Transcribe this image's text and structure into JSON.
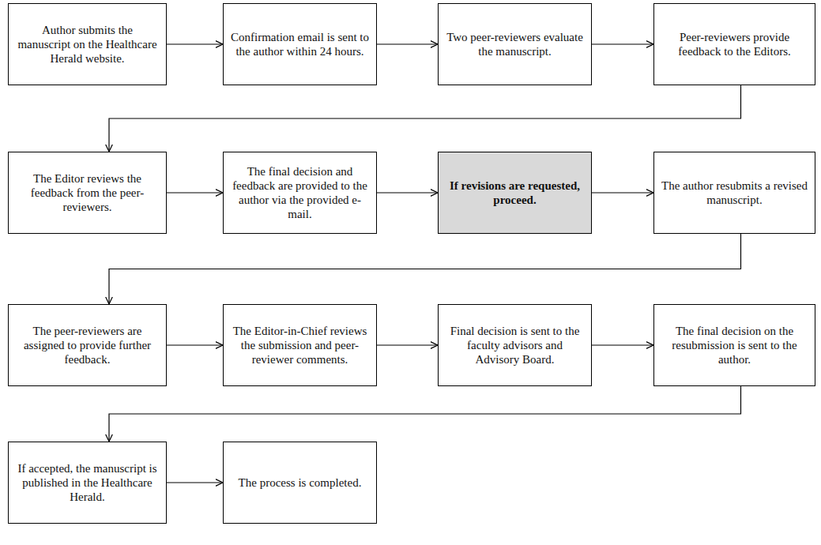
{
  "diagram": {
    "nodes": [
      {
        "text": [
          "Author submits the manuscript on the Healthcare Herald website."
        ]
      },
      {
        "text": [
          "Confirmation email is sent to the author within 24 hours."
        ]
      },
      {
        "text": [
          "Two peer-reviewers evaluate the manuscript."
        ]
      },
      {
        "text": [
          "Peer-reviewers provide feedback to the Editors."
        ]
      },
      {
        "text": [
          "The Editor reviews the feedback from the peer-reviewers."
        ]
      },
      {
        "text": [
          "The final decision and feedback are provided to the author via the provided e-mail."
        ]
      },
      {
        "text": [
          "If revisions are requested, proceed."
        ]
      },
      {
        "text": [
          "The author resubmits a revised manuscript."
        ]
      },
      {
        "text": [
          "The peer-reviewers are assigned to provide further feedback."
        ]
      },
      {
        "text": [
          "The Editor-in-Chief reviews the submission and peer-reviewer comments."
        ]
      },
      {
        "text": [
          "Final decision is sent to the faculty advisors and Advisory Board."
        ]
      },
      {
        "text": [
          "The final decision on the resubmission is sent to the author."
        ]
      },
      {
        "text": [
          "If accepted, the manuscript is published in the Healthcare Herald."
        ]
      },
      {
        "text": [
          "The process is completed."
        ]
      }
    ],
    "edges": [
      {
        "from": 0,
        "to": 1,
        "arrow": "to"
      },
      {
        "from": 1,
        "to": 2,
        "arrow": "to"
      },
      {
        "from": 2,
        "to": 3,
        "arrow": "to"
      },
      {
        "from": 3,
        "to": 4,
        "arrow": "to"
      },
      {
        "from": 4,
        "to": 5,
        "arrow": "to"
      },
      {
        "from": 5,
        "to": 6,
        "arrow": "to"
      },
      {
        "from": 6,
        "to": 7,
        "arrow": "to"
      },
      {
        "from": 7,
        "to": 8,
        "arrow": "to"
      },
      {
        "from": 8,
        "to": 9,
        "arrow": "to"
      },
      {
        "from": 9,
        "to": 10,
        "arrow": "to"
      },
      {
        "from": 10,
        "to": 11,
        "arrow": "to"
      },
      {
        "from": 11,
        "to": 12,
        "arrow": "to"
      },
      {
        "from": 12,
        "to": 13,
        "arrow": "to"
      }
    ]
  }
}
